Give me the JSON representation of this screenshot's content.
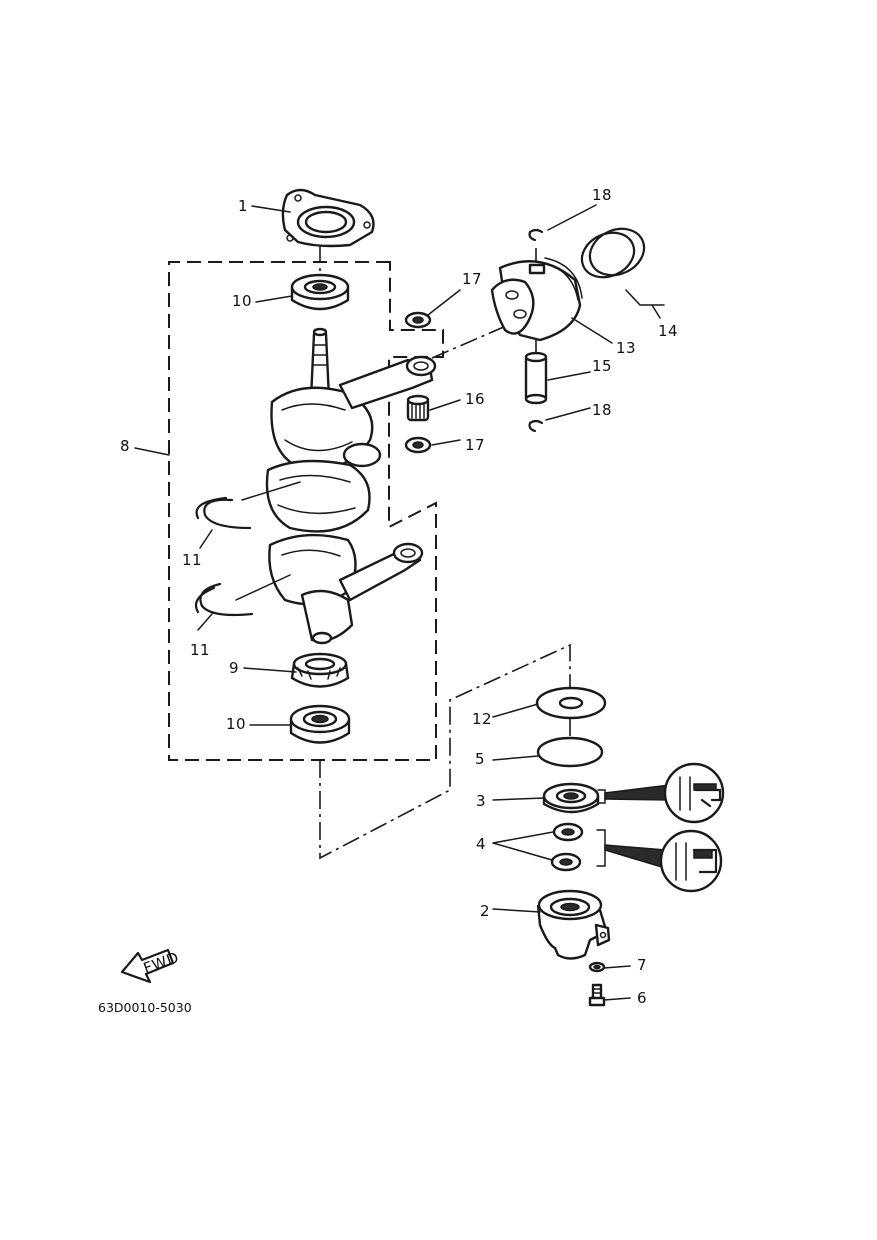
{
  "labels": {
    "p1": "1",
    "p2": "2",
    "p3": "3",
    "p4": "4",
    "p5": "5",
    "p6": "6",
    "p7": "7",
    "p8": "8",
    "p9": "9",
    "p10a": "10",
    "p10b": "10",
    "p11a": "11",
    "p11b": "11",
    "p12": "12",
    "p13": "13",
    "p14": "14",
    "p15": "15",
    "p16": "16",
    "p17a": "17",
    "p17b": "17",
    "p18a": "18",
    "p18b": "18"
  },
  "fwd_label": "FWD",
  "diagram_code": "63D0010-5030"
}
